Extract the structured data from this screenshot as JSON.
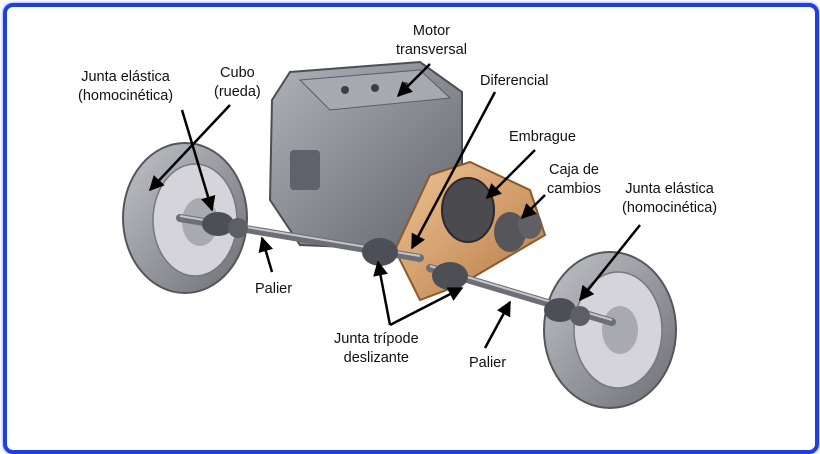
{
  "labels": {
    "motor_transversal": {
      "line1": "Motor",
      "line2": "transversal"
    },
    "diferencial": "Diferencial",
    "embrague": "Embrague",
    "caja_de_cambios": {
      "line1": "Caja de",
      "line2": "cambios"
    },
    "junta_elastica_left": {
      "line1": "Junta elástica",
      "line2": "(homocinética)"
    },
    "cubo_rueda": {
      "line1": "Cubo",
      "line2": "(rueda)"
    },
    "junta_elastica_right": {
      "line1": "Junta elástica",
      "line2": "(homocinética)"
    },
    "palier_left": "Palier",
    "palier_right": "Palier",
    "junta_tripode": {
      "line1": "Junta trípode",
      "line2": "deslizante"
    }
  },
  "colors": {
    "frame_border": "#1f3fe0",
    "engine": "#8a8d96",
    "transmission": "#d9a46c",
    "tire": "#9a9aa2",
    "arrow": "#000000"
  }
}
